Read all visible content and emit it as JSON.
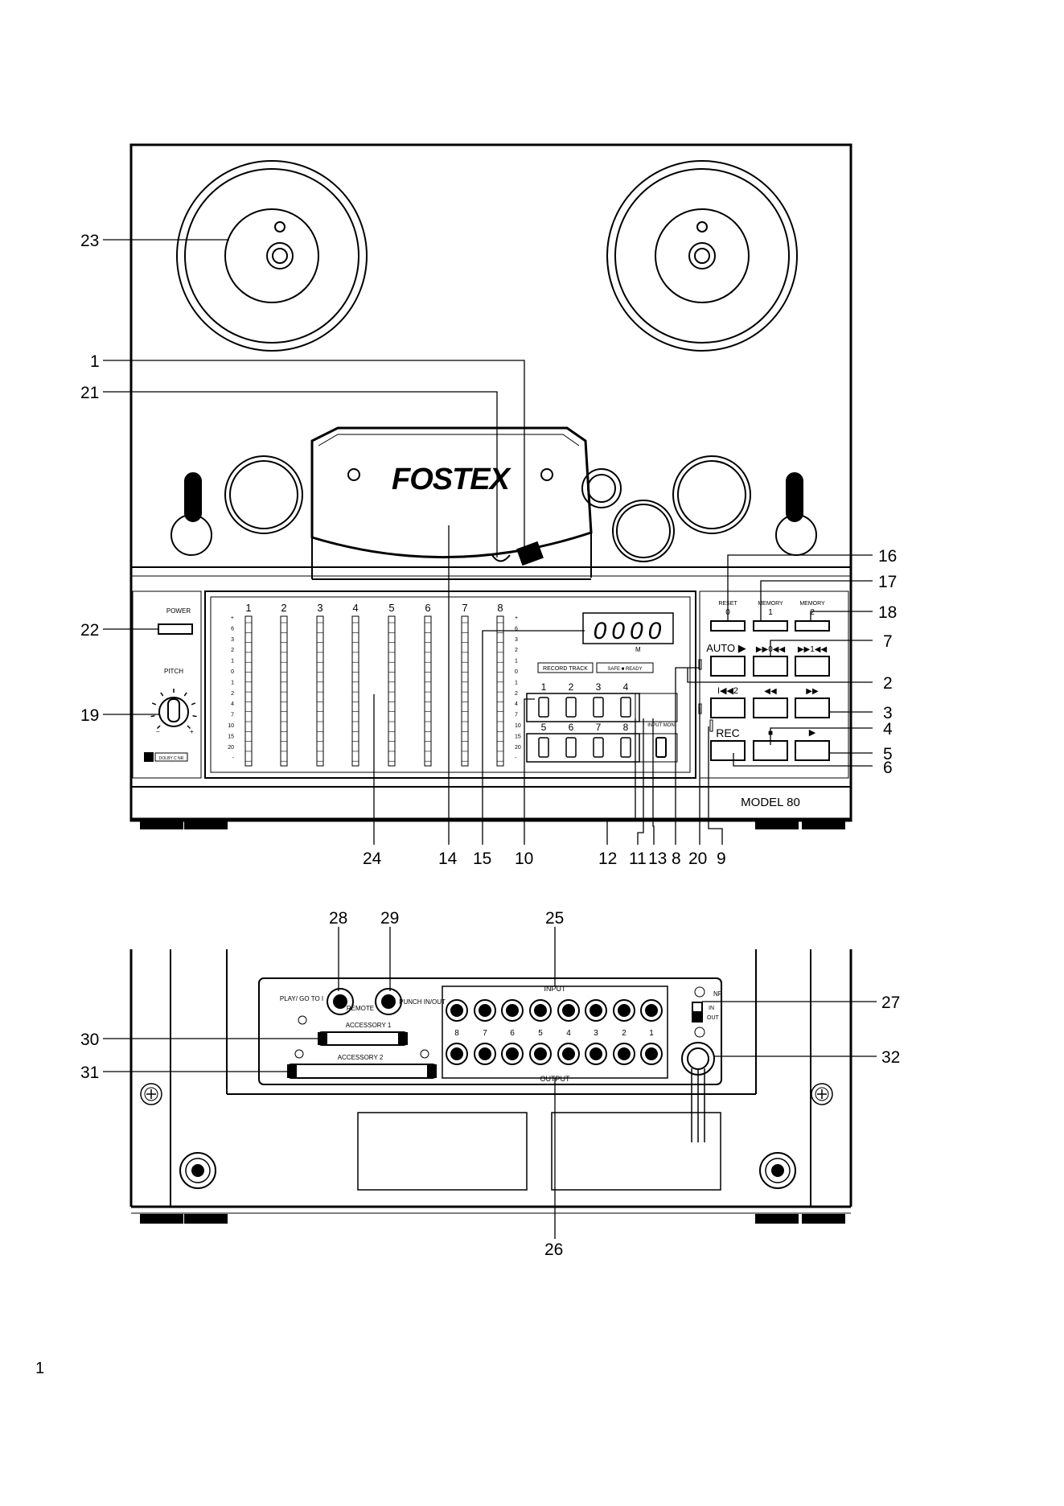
{
  "page_number": "1",
  "front_panel": {
    "logo": "FOSTEX",
    "model": "MODEL 80",
    "power_label": "POWER",
    "pitch_label": "PITCH",
    "dolby_label": "DOLBY C NR",
    "counter_display": "0000",
    "counter_units": "M",
    "record_track_label": "RECORD TRACK",
    "safe_ready_label": "SAFE ■ READY",
    "input_monitor_label": "INPUT MON",
    "track_numbers": [
      "1",
      "2",
      "3",
      "4",
      "5",
      "6",
      "7",
      "8"
    ],
    "meter_scale": [
      "+",
      "6",
      "3",
      "2",
      "1",
      "0",
      "1",
      "2",
      "4",
      "7",
      "10",
      "15",
      "20",
      "-"
    ],
    "record_buttons_top": [
      "1",
      "2",
      "3",
      "4"
    ],
    "record_buttons_bottom": [
      "5",
      "6",
      "7",
      "8"
    ],
    "transport": {
      "reset_label": "RESET",
      "reset_num": "0",
      "memory1_label": "MEMORY",
      "memory1_num": "1",
      "memory2_label": "MEMORY",
      "memory2_num": "2",
      "auto_label": "AUTO ▶",
      "ffw_zero_label": "▶▶0◀◀",
      "ffw_one_label": "▶▶1◀◀",
      "rtz2_label": "I◀◀2",
      "rew_label": "◀◀",
      "ff_label": "▶▶",
      "rec_label": "REC",
      "stop_label": "■",
      "play_label": "▶"
    }
  },
  "rear_panel": {
    "remote_label": "REMOTE",
    "play_goto_label": "PLAY/ GO TO I",
    "punch_label": "PUNCH IN/OUT",
    "input_label": "INPUT",
    "output_label": "OUTPUT",
    "accessory1_label": "ACCESSORY 1",
    "accessory2_label": "ACCESSORY 2",
    "nr_label": "NR",
    "nr_in_label": "IN",
    "nr_out_label": "OUT",
    "channel_numbers": [
      "8",
      "7",
      "6",
      "5",
      "4",
      "3",
      "2",
      "1"
    ]
  },
  "callouts": {
    "c1": "1",
    "c2": "2",
    "c3": "3",
    "c4": "4",
    "c5": "5",
    "c6": "6",
    "c7": "7",
    "c8": "8",
    "c9": "9",
    "c10": "10",
    "c11": "11",
    "c12": "12",
    "c13": "13",
    "c14": "14",
    "c15": "15",
    "c16": "16",
    "c17": "17",
    "c18": "18",
    "c19": "19",
    "c20": "20",
    "c21": "21",
    "c22": "22",
    "c23": "23",
    "c24": "24",
    "c25": "25",
    "c26": "26",
    "c27": "27",
    "c28": "28",
    "c29": "29",
    "c30": "30",
    "c31": "31",
    "c32": "32"
  }
}
